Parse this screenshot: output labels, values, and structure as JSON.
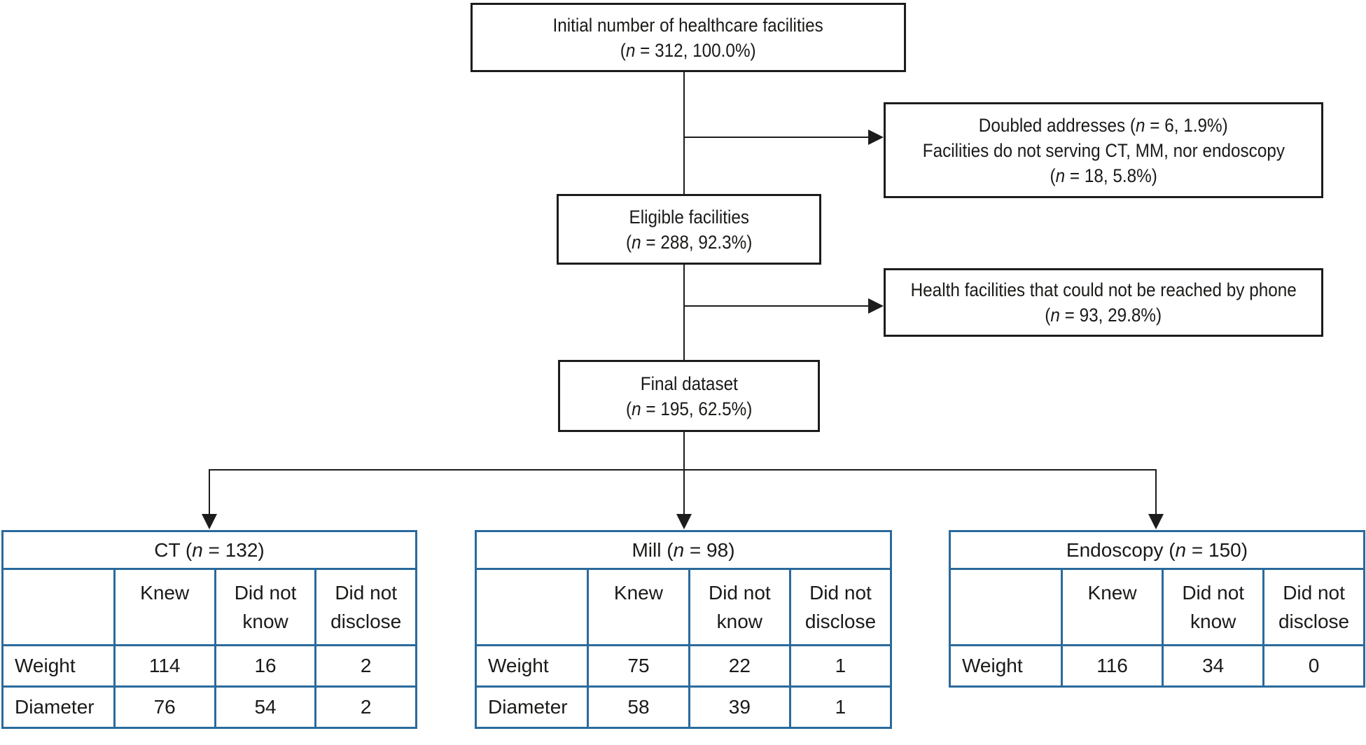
{
  "colors": {
    "line": "#1c1c1c",
    "text": "#1a1a18",
    "table_border": "#2b6a9c",
    "bg": "#ffffff"
  },
  "flow_boxes": {
    "initial": {
      "line1": "Initial number of healthcare facilities",
      "line2": "(n = 312, 100.0%)"
    },
    "doubled": {
      "line1": "Doubled addresses (n = 6, 1.9%)",
      "line2": "Facilities do not serving CT, MM, nor endoscopy",
      "line3": "(n = 18, 5.8%)"
    },
    "eligible": {
      "line1": "Eligible facilities",
      "line2": "(n = 288, 92.3%)"
    },
    "phone": {
      "line1": "Health facilities that could not be reached by phone",
      "line2": "(n = 93, 29.8%)"
    },
    "final": {
      "line1": "Final dataset",
      "line2": "(n = 195, 62.5%)"
    }
  },
  "tables": [
    {
      "title": "CT (n = 132)",
      "columns": [
        "",
        "Knew",
        "Did not know",
        "Did not disclose"
      ],
      "rows": [
        {
          "label": "Weight",
          "values": [
            114,
            16,
            2
          ]
        },
        {
          "label": "Diameter",
          "values": [
            76,
            54,
            2
          ]
        }
      ]
    },
    {
      "title": "Mill (n = 98)",
      "columns": [
        "",
        "Knew",
        "Did not know",
        "Did not disclose"
      ],
      "rows": [
        {
          "label": "Weight",
          "values": [
            75,
            22,
            1
          ]
        },
        {
          "label": "Diameter",
          "values": [
            58,
            39,
            1
          ]
        }
      ]
    },
    {
      "title": "Endoscopy (n = 150)",
      "columns": [
        "",
        "Knew",
        "Did not know",
        "Did not disclose"
      ],
      "rows": [
        {
          "label": "Weight",
          "values": [
            116,
            34,
            0
          ]
        }
      ]
    }
  ]
}
